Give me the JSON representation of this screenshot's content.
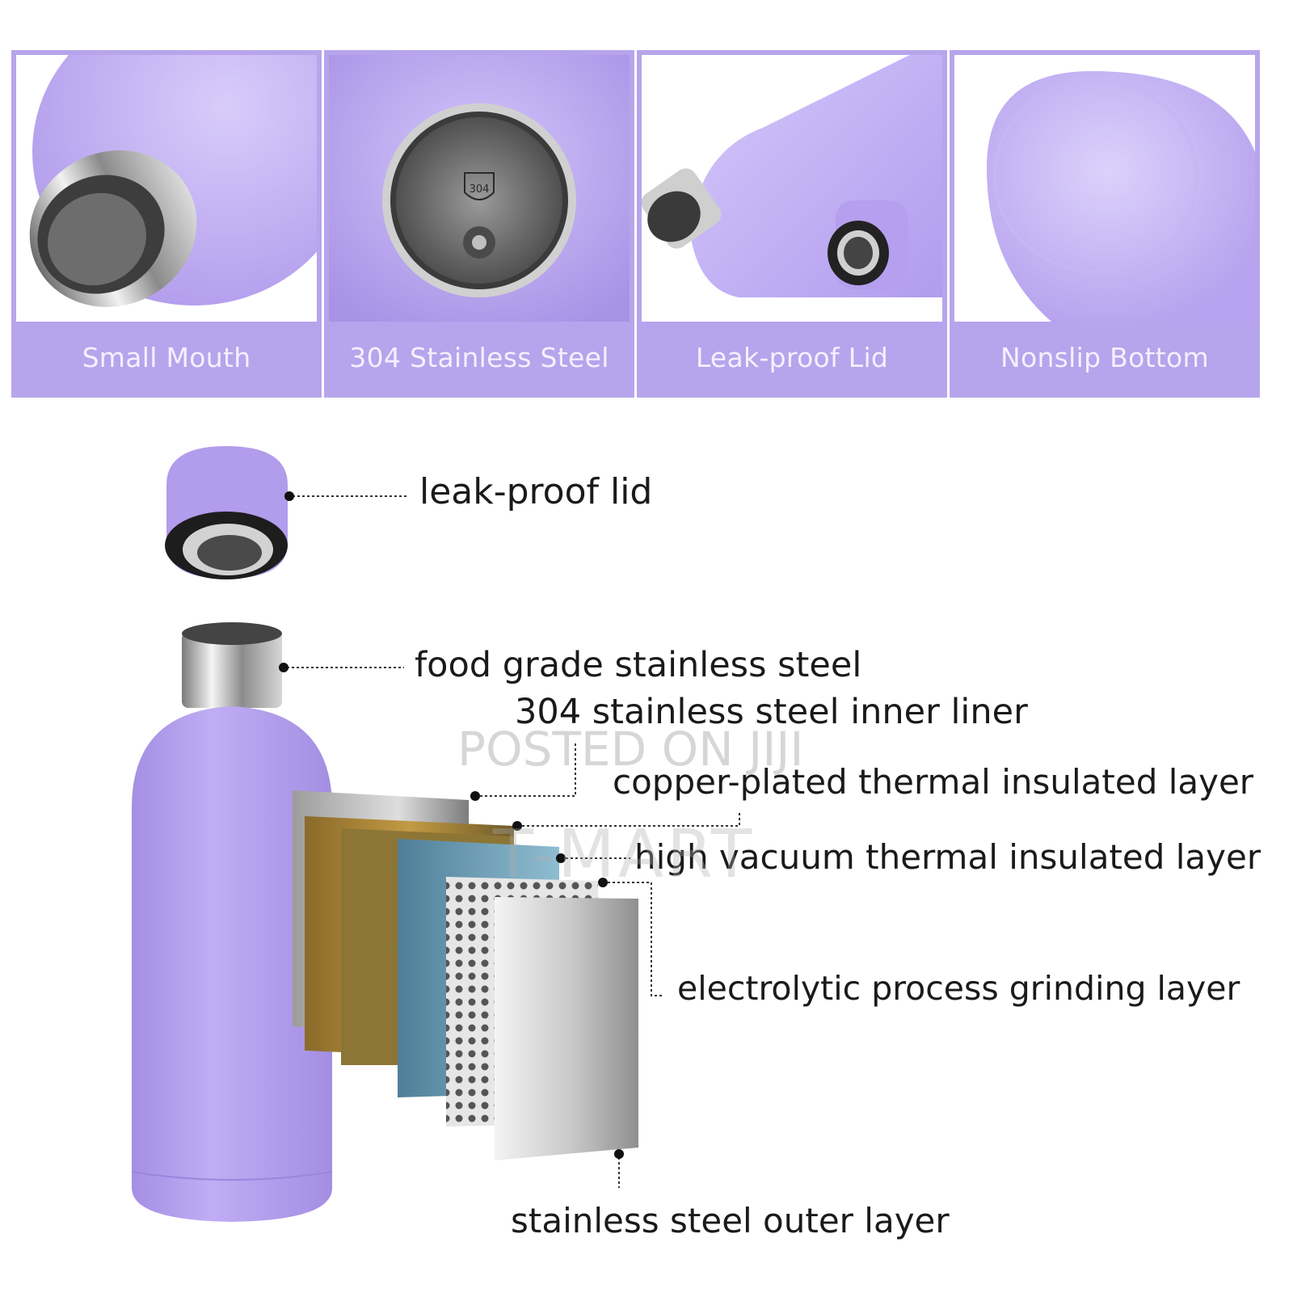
{
  "panels": [
    {
      "caption": "Small Mouth"
    },
    {
      "caption": "304 Stainless Steel",
      "emblem_text": "304"
    },
    {
      "caption": "Leak-proof Lid"
    },
    {
      "caption": "Nonslip Bottom"
    }
  ],
  "callouts": {
    "lid": "leak-proof lid",
    "food_grade": "food grade stainless steel",
    "inner_liner": "304 stainless steel inner liner",
    "copper": "copper-plated thermal insulated layer",
    "vacuum": "high vacuum thermal insulated layer",
    "electrolytic": "electrolytic process grinding layer",
    "outer": "stainless steel outer layer"
  },
  "watermarks": {
    "posted": "POSTED ON JIJI",
    "brand": "T-MART"
  },
  "colors": {
    "lavender": "#b9a6ee",
    "lavender_light": "#cdbff6",
    "caption_band": "#b6a4ec",
    "steel": "#c8c8cc",
    "copper": "#b08a3c",
    "blue_layer": "#6f9fb8"
  }
}
